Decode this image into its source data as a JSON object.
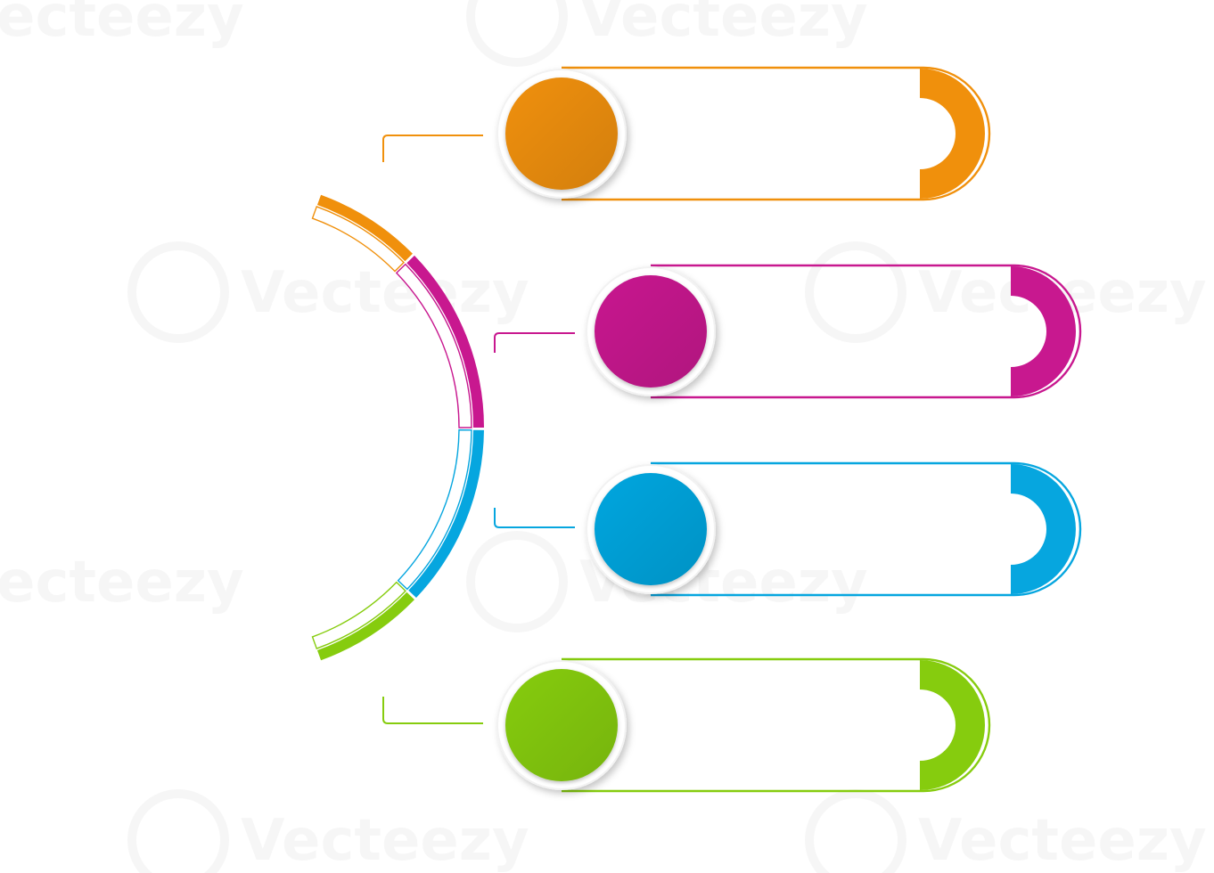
{
  "watermark": {
    "text": "Vecteezy",
    "icon": "vecteezy-logo-icon"
  },
  "colors": {
    "orange": "#F0900C",
    "magenta": "#C8188F",
    "blue": "#06A6DF",
    "green": "#86CC0E",
    "card_border": "#F2F2F2",
    "background": "#FFFFFF"
  },
  "steps": [
    {
      "id": "step-1",
      "color_key": "orange",
      "icon": "circle-icon"
    },
    {
      "id": "step-2",
      "color_key": "magenta",
      "icon": "circle-icon"
    },
    {
      "id": "step-3",
      "color_key": "blue",
      "icon": "circle-icon"
    },
    {
      "id": "step-4",
      "color_key": "green",
      "icon": "circle-icon"
    }
  ]
}
